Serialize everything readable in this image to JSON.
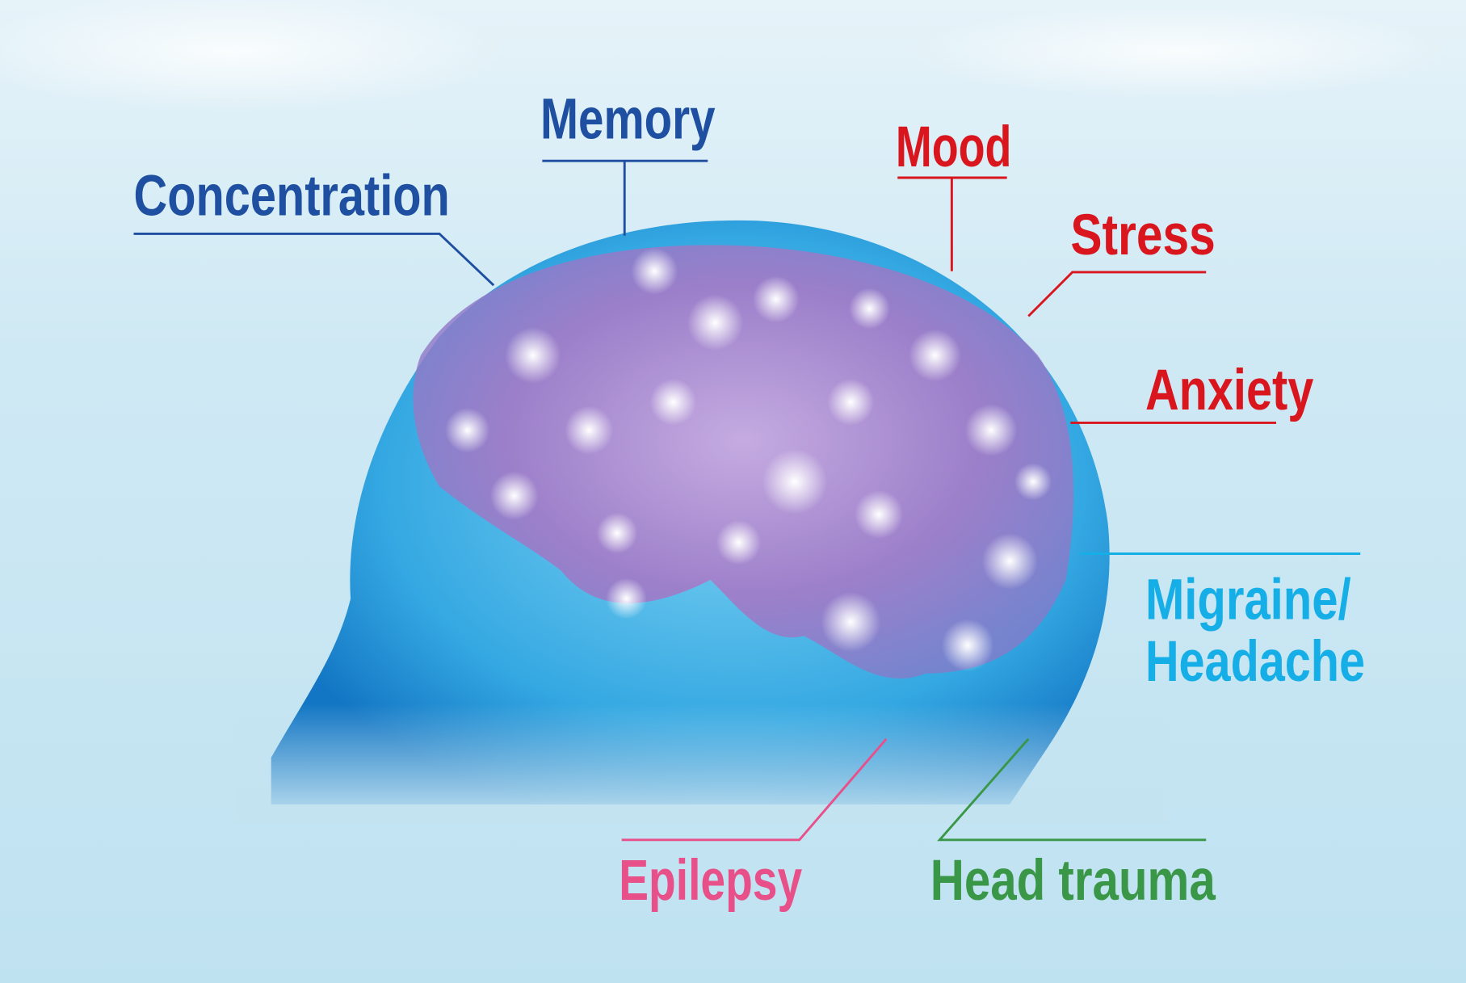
{
  "colors": {
    "blue": "#1f4fa0",
    "red": "#d9161e",
    "cyan": "#16aee6",
    "pink": "#e8508a",
    "green": "#3b9748",
    "background": "#c3e3f1"
  },
  "labels": {
    "concentration": "Concentration",
    "memory": "Memory",
    "mood": "Mood",
    "stress": "Stress",
    "anxiety": "Anxiety",
    "migraine_line1": "Migraine/",
    "migraine_line2": "Headache",
    "epilepsy": "Epilepsy",
    "head_trauma": "Head trauma"
  }
}
